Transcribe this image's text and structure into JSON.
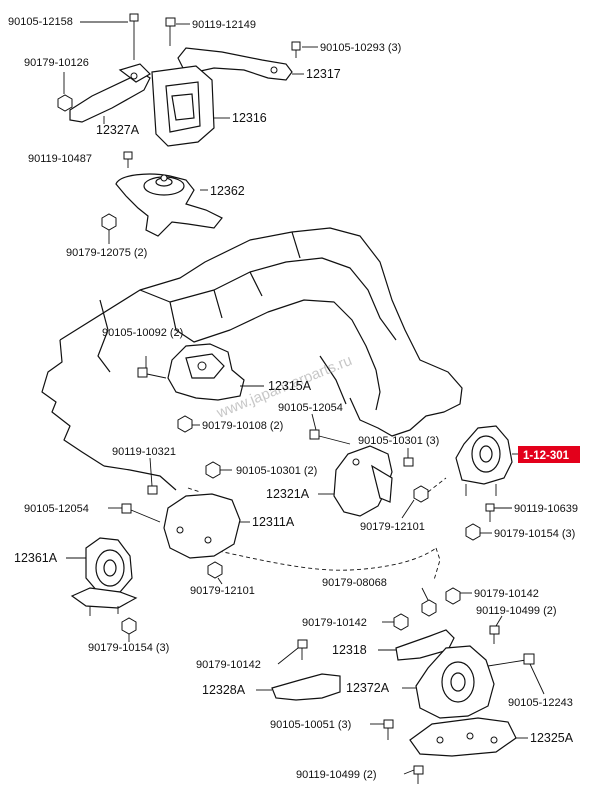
{
  "watermark": "www.japancarparts.ru",
  "highlight": {
    "label": "1-12-301",
    "color": "#e3001b"
  },
  "labels": {
    "l_90105_12158": "90105-12158",
    "l_90119_12149": "90119-12149",
    "l_90105_10293": "90105-10293 (3)",
    "l_90179_10126": "90179-10126",
    "l_12317": "12317",
    "l_12327A": "12327A",
    "l_12316": "12316",
    "l_90119_10487": "90119-10487",
    "l_12362": "12362",
    "l_90179_12075": "90179-12075 (2)",
    "l_90105_10092": "90105-10092 (2)",
    "l_12315A": "12315A",
    "l_90179_10108": "90179-10108 (2)",
    "l_90105_12054_a": "90105-12054",
    "l_90105_10301_a": "90105-10301 (3)",
    "l_90119_10321": "90119-10321",
    "l_90105_10301_b": "90105-10301 (2)",
    "l_12321A": "12321A",
    "l_90105_12054_b": "90105-12054",
    "l_12311A": "12311A",
    "l_90179_12101_a": "90179-12101",
    "l_90119_10639": "90119-10639",
    "l_90179_10154_a": "90179-10154 (3)",
    "l_12361A": "12361A",
    "l_90179_12101_b": "90179-12101",
    "l_90179_08068": "90179-08068",
    "l_90179_10142_a": "90179-10142",
    "l_90179_10142_b": "90179-10142",
    "l_90119_10499_a": "90119-10499 (2)",
    "l_90179_10154_b": "90179-10154 (3)",
    "l_12318": "12318",
    "l_90179_10142_c": "90179-10142",
    "l_12328A": "12328A",
    "l_12372A": "12372A",
    "l_90105_12243": "90105-12243",
    "l_90105_10051": "90105-10051 (3)",
    "l_12325A": "12325A",
    "l_90119_10499_b": "90119-10499 (2)"
  }
}
